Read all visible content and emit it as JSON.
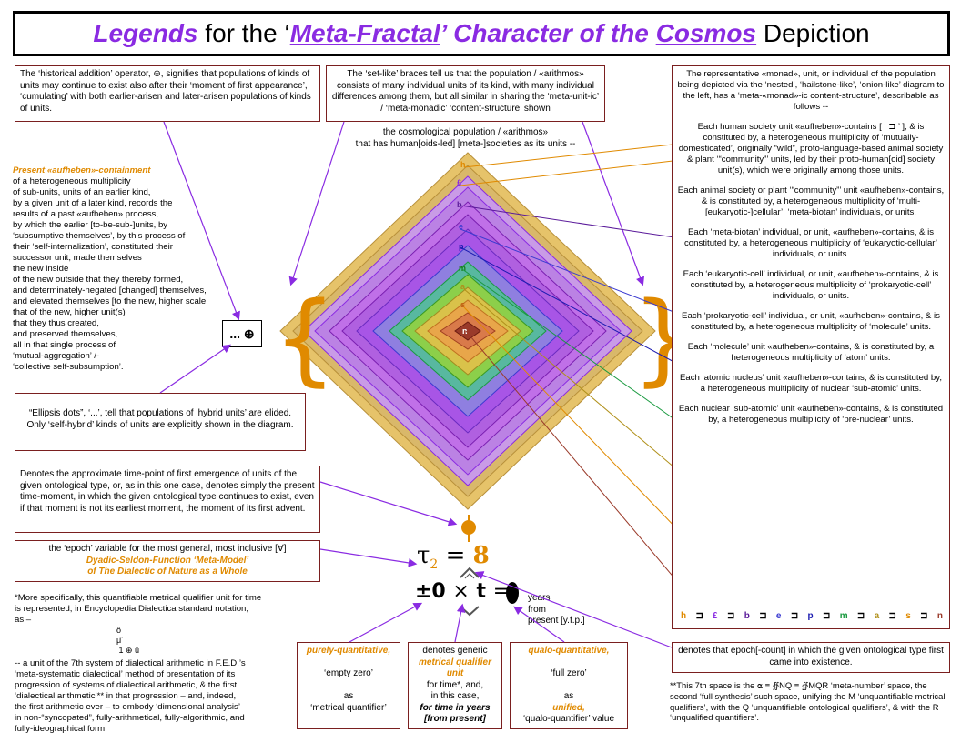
{
  "title": {
    "part1": "Legends",
    "part2": " for the ‘",
    "part3": "Meta-Fractal",
    "part4": "’ Character of the ",
    "part5": "Cosmos",
    "part6": " Depiction"
  },
  "box_historical": "The ‘historical addition’ operator, ⊕, signifies that populations of kinds of units may continue to exist also after their ‘moment of first appearance’, ‘cumulating’ with both earlier-arisen and later-arisen populations of kinds of units.",
  "box_braces": "The ‘set-like’ braces tell us that the population / «arithmos» consists of many individual units of its kind, with many individual differences among them, but all similar in sharing the ‘meta-unit-ic’ / ‘meta-monadic’ ‘content-structure’ shown",
  "cosmological_lines": [
    "the cosmological population / «arithmos»",
    "that has human[oids-led] [meta-]societies as its units --"
  ],
  "left_text_lines": [
    "Present «aufheben»-containment",
    "of a heterogeneous multiplicity",
    "of sub-units, units of an earlier kind,",
    "by a given unit of a later kind, records the",
    "results of a past «aufheben» process,",
    "by which the earlier [to-be-sub-]units, by",
    "‘subsumptive themselves’, by this process of",
    "their ‘self-internalization’, constituted their",
    "successor unit, made themselves",
    "the new inside",
    "of the new outside that they thereby formed,",
    "and determinately-negated [changed] themselves,",
    "and elevated themselves [to the new, higher scale",
    "that of the new, higher unit(s)",
    "that they thus created,",
    "and preserved themselves,",
    "all in that single process of",
    "‘mutual-aggregation’ /-",
    "‘collective self-subsumption’."
  ],
  "ellipsis_op": "... ⊕",
  "box_ellipsis": "“Ellipsis dots”, ‘...’, tell that populations of ‘hybrid units’ are elided.  Only ‘self-hybrid’ kinds of units are explicitly shown in the diagram.",
  "box_timepoint": "Denotes the approximate time-point of first emergence of units of the given ontological type, or, as in this one case, denotes simply the present time-moment, in which the given ontological type continues to exist, even if that moment is not its earliest moment, the moment of its first advent.",
  "box_epoch": [
    "the ‘epoch’ variable for the most general, most inclusive [∀]",
    "Dyadic-Seldon-Function ‘Meta-Model’",
    "of The Dialectic of Nature as a Whole"
  ],
  "footnote_left_lines": [
    "*More specifically, this quantifiable metrical qualifier unit for time",
    "is represented, in Encyclopedia Dialectica standard notation,",
    "as –",
    "",
    "",
    "",
    "-- a unit of the 7th system of dialectical arithmetic in F.E.D.’s",
    "‘meta-systematic dialectical’ method of presentation of its",
    "progression of systems of dialectical arithmetic, & the first",
    "‘dialectical arithmetic’** in that progression – and, indeed,",
    "the first arithmetic ever – to embody ‘dimensional analysis’",
    "in non-“syncopated”, fully-arithmetical, fully-algorithmic, and",
    "fully-ideographical form."
  ],
  "box_pure": [
    "purely-quantitative,",
    "",
    "‘empty zero’",
    "",
    "as",
    "‘metrical quantifier’"
  ],
  "box_generic": [
    "denotes generic",
    "metrical qualifier",
    "unit",
    "for time*, and,",
    "in this case,",
    "for time in years",
    "[from present]"
  ],
  "box_qualo": [
    "qualo-quantitative,",
    "",
    "‘full zero’",
    "",
    "as",
    "unified,",
    "‘qualo-quantifier’ value"
  ],
  "equation": {
    "tau": "τ",
    "sub": "2",
    "eq": "=",
    "val": "8",
    "pm0": "±0",
    "times": "×",
    "t": "t",
    "eq2": "=",
    "years": [
      "years",
      "from",
      "present [y.f.p.]"
    ]
  },
  "box_epoch_count": "denotes that epoch[-count] in which the given ontological type first came into existence.",
  "footnote_right": "**This 7th space is the ⍺ ≡ ∯NQ ≡ ∯MQR ‘meta-number’ space, the second ‘full synthesis’ such space, unifying the M ‘unquantifiable metrical qualifiers’, with the Q ‘unquantifiable ontological qualifiers’, & with the R ‘unqualified quantifiers’.",
  "right_panel": {
    "intro": "The representative «monad», unit, or individual of the population being depicted via the ‘nested’, ‘hailstone-like’, ‘onion-like’ diagram to the left, has a ‘meta-«monad»-ic content-structure’, describable as follows --",
    "entries": [
      "Each human society unit «aufheben»-contains [ ‘ ⊐ ’ ], & is constituted by, a heterogeneous multiplicity of ‘mutually-domesticated’, originally “wild”, proto-language-based animal society & plant ‘“community”’ units, led by their proto-human[oid] society unit(s), which were originally among those units.",
      "Each animal society or plant ‘“community”’ unit «aufheben»-contains, & is constituted by, a heterogeneous multiplicity of ‘multi-[eukaryotic-]cellular’, ‘meta-biotan’ individuals, or units.",
      "Each ‘meta-biotan’ individual, or unit, «aufheben»-contains, & is constituted by, a heterogeneous multiplicity of ‘eukaryotic-cellular’ individuals, or units.",
      "Each ‘eukaryotic-cell’ individual, or unit, «aufheben»-contains, & is constituted by, a heterogeneous multiplicity of ‘prokaryotic-cell’ individuals, or units.",
      "Each ‘prokaryotic-cell’ individual, or unit, «aufheben»-contains, & is constituted by, a heterogeneous multiplicity of ‘molecule’ units.",
      "Each ‘molecule’ unit «aufheben»-contains, & is constituted by, a heterogeneous multiplicity of ‘atom’ units.",
      "Each ‘atomic nucleus’ unit «aufheben»-contains, & is constituted by, a heterogeneous multiplicity of nuclear ‘sub-atomic’ units.",
      "Each nuclear ‘sub-atomic’ unit «aufheben»-contains, & is constituted by, a heterogeneous multiplicity of ‘pre-nuclear’ units."
    ],
    "legend": [
      "h",
      "⊐",
      "£",
      "⊐",
      "b",
      "⊐",
      "e",
      "⊐",
      "p",
      "⊐",
      "m",
      "⊐",
      "a",
      "⊐",
      "s",
      "⊐",
      "n"
    ]
  },
  "diagram_labels": [
    "h",
    "£",
    "b",
    "e",
    "p",
    "m",
    "a",
    "s",
    "n"
  ],
  "colors": {
    "accent_orange": "#e08a00",
    "accent_purple": "#8a2be2",
    "box_border": "#7a1f1f",
    "layers": [
      "#e6c36a",
      "#c99be6",
      "#b06fe0",
      "#c070e8",
      "#a855e6",
      "#7d9ce8",
      "#3fb0a0",
      "#8ccf4a",
      "#d9c24a",
      "#e8a64a",
      "#d97a4a"
    ]
  }
}
